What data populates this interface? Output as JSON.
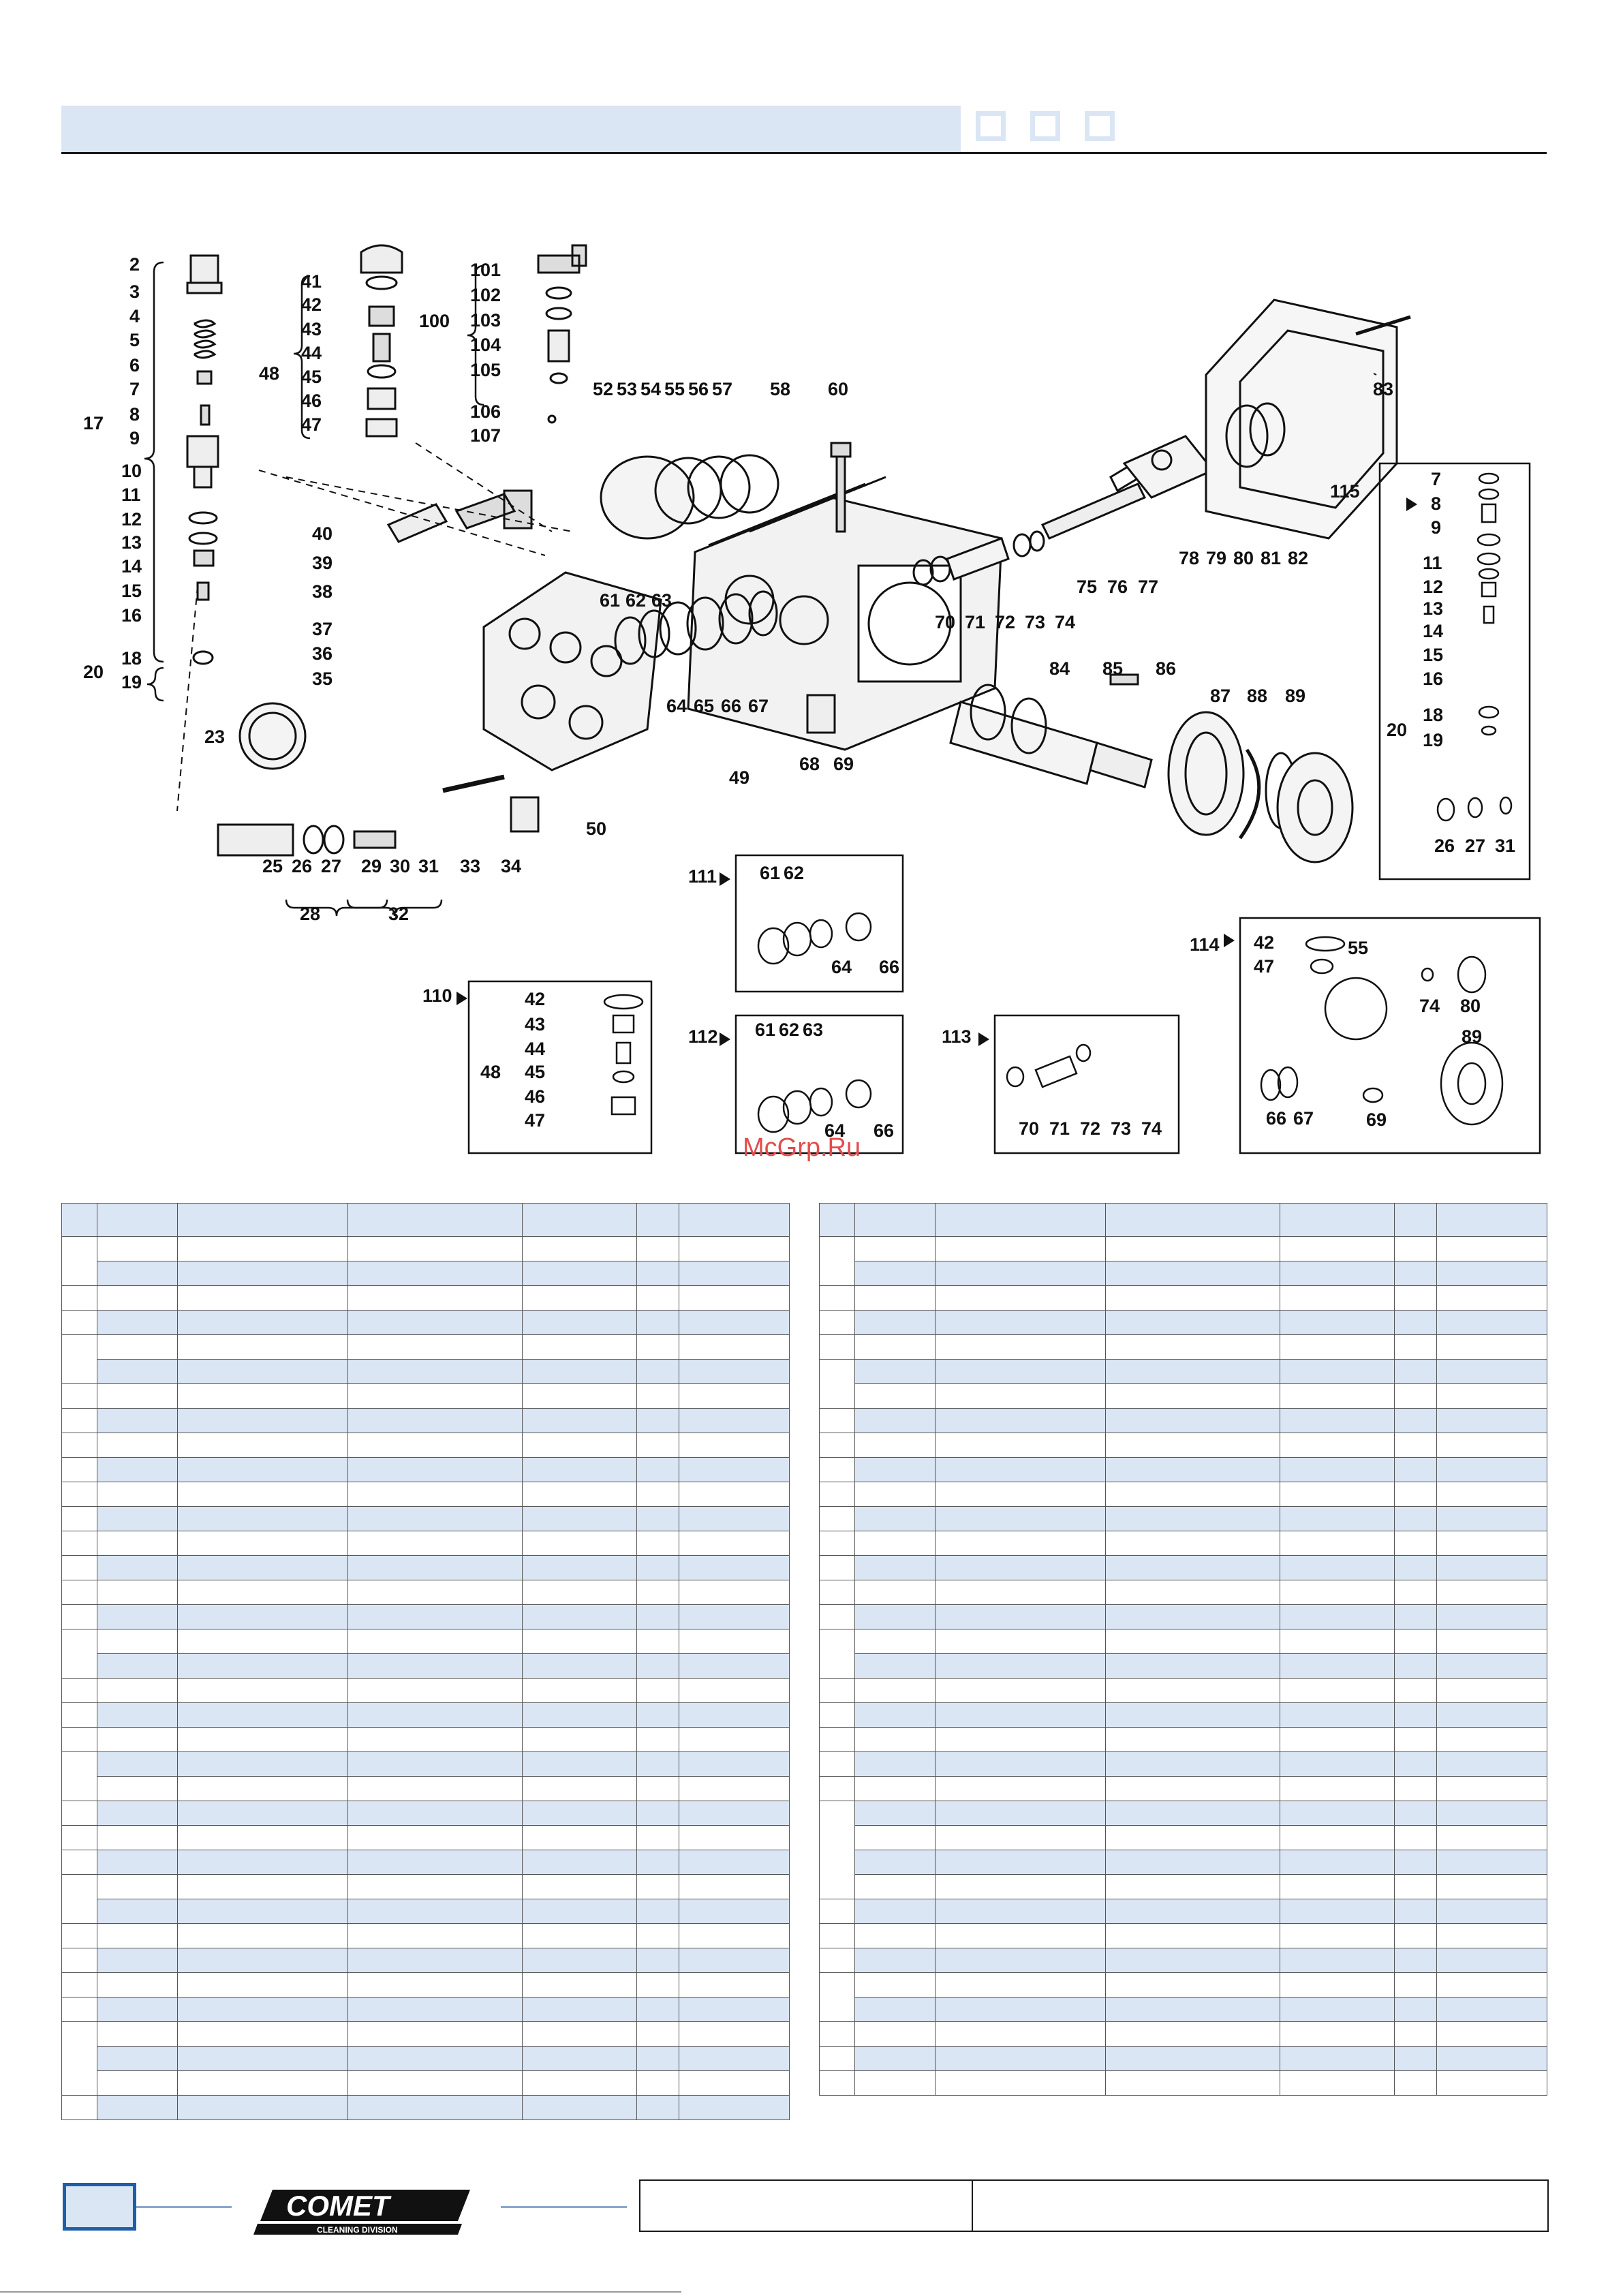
{
  "watermark": "McGrp.Ru",
  "brand": {
    "logo_text": "COMET",
    "division_text": "CLEANING DIVISION"
  },
  "colors": {
    "band": "#dbe6f4",
    "accent": "#1f5ea8",
    "line": "#1a1a1a",
    "watermark": "#e34c4c"
  },
  "diagram": {
    "callouts_left": [
      "2",
      "3",
      "4",
      "5",
      "6",
      "7",
      "8",
      "9",
      "10",
      "11",
      "12",
      "13",
      "14",
      "15",
      "16",
      "17",
      "18",
      "19",
      "20"
    ],
    "callouts_valve": [
      "41",
      "42",
      "43",
      "44",
      "45",
      "46",
      "47",
      "48"
    ],
    "callouts_top": [
      "101",
      "102",
      "103",
      "104",
      "105",
      "100",
      "106",
      "107"
    ],
    "callouts_head": [
      "40",
      "39",
      "38",
      "37",
      "36",
      "35",
      "23",
      "61",
      "62",
      "63",
      "64",
      "65",
      "66",
      "67",
      "49",
      "50",
      "68",
      "69"
    ],
    "callouts_bottom": [
      "25",
      "26",
      "27",
      "28",
      "29",
      "30",
      "31",
      "32",
      "33",
      "34"
    ],
    "callouts_crank": [
      "52",
      "53",
      "54",
      "55",
      "56",
      "57",
      "58",
      "60"
    ],
    "callouts_drive": [
      "70",
      "71",
      "72",
      "73",
      "74",
      "75",
      "76",
      "77",
      "84",
      "85",
      "86",
      "87",
      "88",
      "89"
    ],
    "callouts_cover": [
      "83",
      "78",
      "79",
      "80",
      "81",
      "82"
    ],
    "kit_115": {
      "id": "115",
      "items": [
        "7",
        "8",
        "9",
        "11",
        "12",
        "13",
        "14",
        "15",
        "16",
        "18",
        "19",
        "20",
        "26",
        "27",
        "31"
      ]
    },
    "kit_111": {
      "id": "111",
      "items": [
        "61",
        "62",
        "64",
        "66"
      ]
    },
    "kit_110": {
      "id": "110",
      "items": [
        "42",
        "43",
        "44",
        "45",
        "46",
        "47",
        "48"
      ]
    },
    "kit_112": {
      "id": "112",
      "items": [
        "61",
        "62",
        "63",
        "64",
        "66"
      ]
    },
    "kit_113": {
      "id": "113",
      "items": [
        "70",
        "71",
        "72",
        "73",
        "74"
      ]
    },
    "kit_114": {
      "id": "114",
      "items": [
        "42",
        "47",
        "55",
        "74",
        "80",
        "89",
        "66",
        "67",
        "69"
      ]
    }
  },
  "tables": {
    "rows": 36,
    "left_key_spans": [
      2,
      1,
      1,
      2,
      1,
      1,
      1,
      1,
      1,
      1,
      1,
      1,
      1,
      1,
      2,
      1,
      1,
      1,
      2,
      1,
      1,
      1,
      2,
      1,
      1,
      1,
      1,
      3,
      1
    ],
    "right_key_spans": [
      2,
      1,
      1,
      1,
      2,
      1,
      1,
      1,
      1,
      1,
      1,
      1,
      1,
      1,
      2,
      1,
      1,
      1,
      1,
      1,
      4,
      1,
      1,
      1,
      2,
      1,
      1,
      1
    ]
  }
}
